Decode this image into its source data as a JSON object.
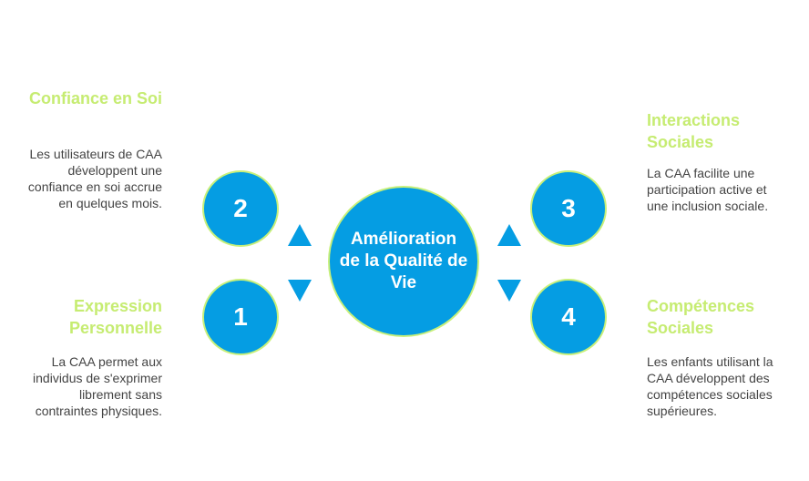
{
  "center": {
    "label": "Amélioration de la Qualité de Vie"
  },
  "items": [
    {
      "number": "2",
      "title": "Confiance en Soi",
      "description": "Les utilisateurs de CAA développent une confiance en soi accrue en quelques mois."
    },
    {
      "number": "1",
      "title": "Expression Personnelle",
      "description": "La CAA permet aux individus de s'exprimer librement sans contraintes physiques."
    },
    {
      "number": "3",
      "title": "Interactions Sociales",
      "description": "La CAA facilite une participation active et une inclusion sociale."
    },
    {
      "number": "4",
      "title": "Compétences Sociales",
      "description": "Les enfants utilisant la CAA développent des compétences sociales supérieures."
    }
  ],
  "colors": {
    "circle_fill": "#059de3",
    "circle_border": "#c8f07a",
    "title_text": "#c6ec72",
    "body_text": "#444444"
  }
}
